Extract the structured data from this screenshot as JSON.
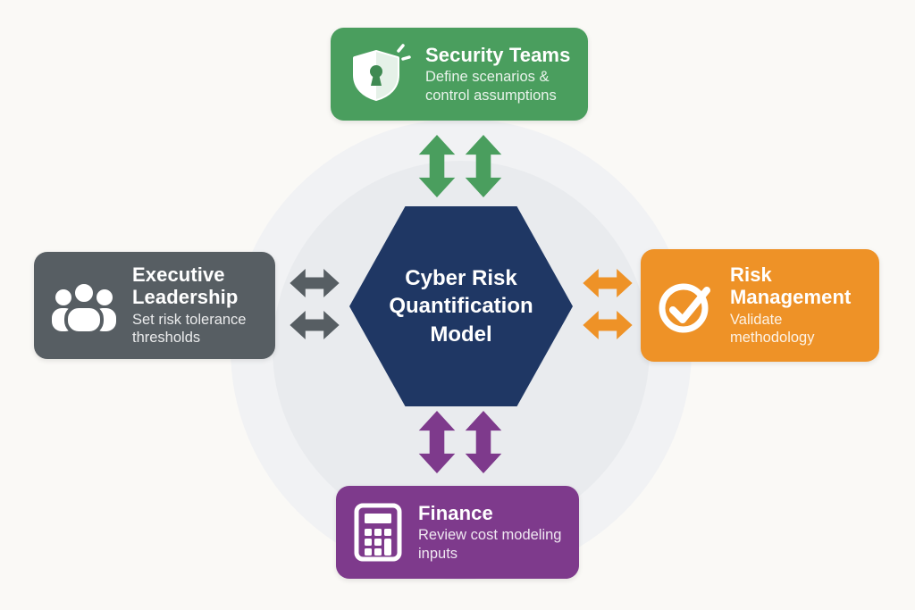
{
  "diagram": {
    "center": {
      "title": "Cyber Risk Quantification Model",
      "shape": "hexagon",
      "color": "#1f3764"
    },
    "nodes": {
      "top": {
        "title": "Security Teams",
        "subtitle": "Define scenarios & control assumptions",
        "color": "#4a9e5e",
        "icon": "shield-lock-icon",
        "arrow_direction": "vertical",
        "arrow_color": "#4a9e5e"
      },
      "left": {
        "title": "Executive Leadership",
        "subtitle": "Set risk tolerance thresholds",
        "color": "#575e63",
        "icon": "people-group-icon",
        "arrow_direction": "horizontal",
        "arrow_color": "#575e63"
      },
      "right": {
        "title": "Risk Management",
        "subtitle": "Validate methodology",
        "color": "#ee9227",
        "icon": "check-circle-icon",
        "arrow_direction": "horizontal",
        "arrow_color": "#ee9227"
      },
      "bottom": {
        "title": "Finance",
        "subtitle": "Review cost modeling inputs",
        "color": "#7e3a8c",
        "icon": "calculator-icon",
        "arrow_direction": "vertical",
        "arrow_color": "#7e3a8c"
      }
    },
    "background": {
      "page": "#faf9f6",
      "halo_outer": "#f1f2f4",
      "halo_inner": "#e9ebee"
    }
  }
}
